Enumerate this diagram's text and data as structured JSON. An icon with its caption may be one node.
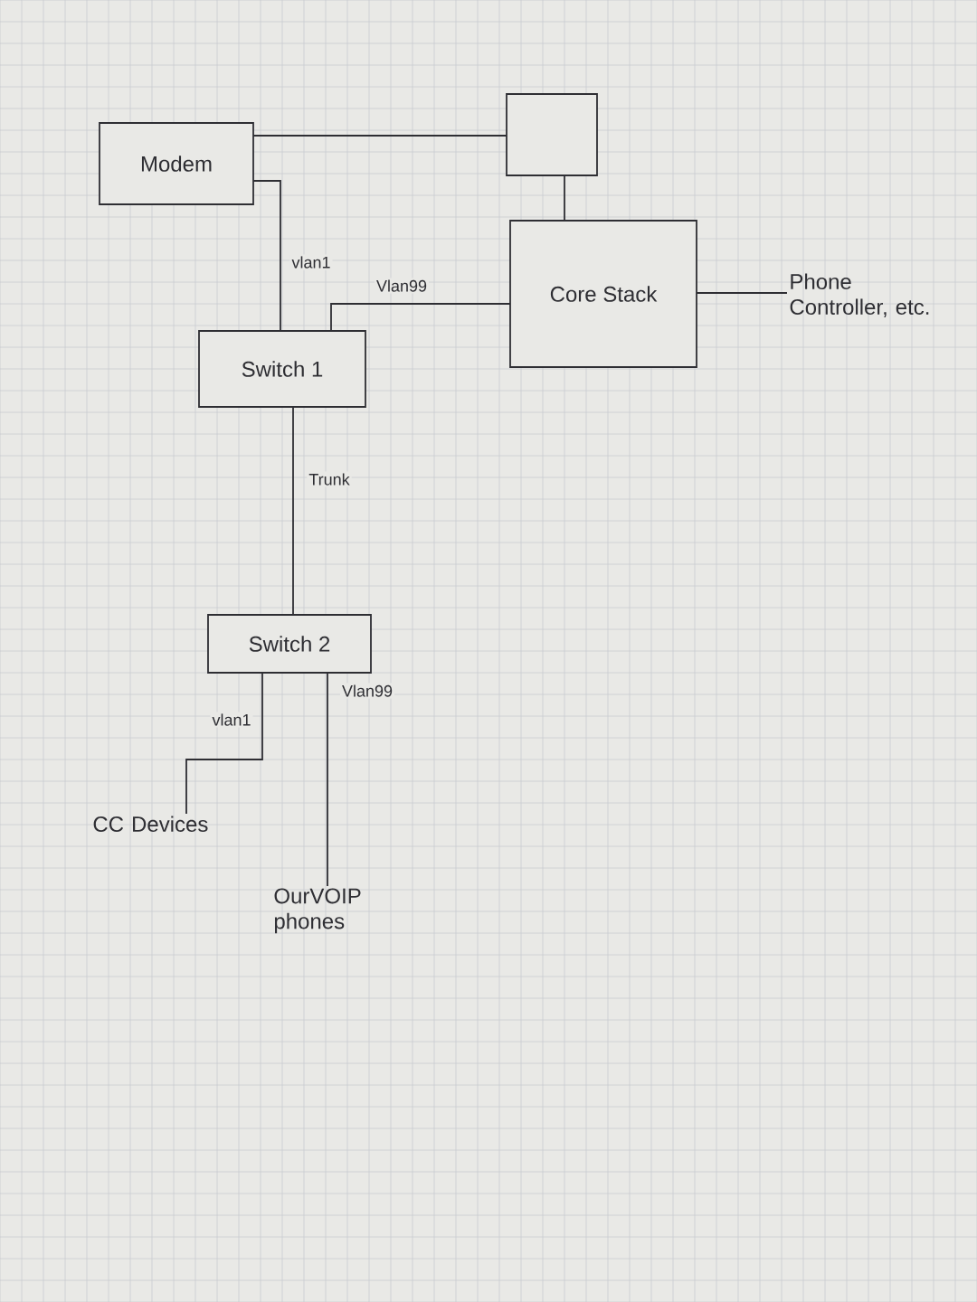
{
  "diagram": {
    "nodes": [
      {
        "text": [
          "Modem"
        ]
      },
      {
        "text": [],
        "shape": "box"
      },
      {
        "text": [
          "Core Stack"
        ]
      },
      {
        "text": [
          "Phone Controller, etc."
        ]
      },
      {
        "text": [
          "Switch 1"
        ]
      },
      {
        "text": [
          "Switch 2"
        ]
      },
      {
        "text": [
          "CC Devices"
        ]
      },
      {
        "text": [
          "OurVOIP phones"
        ]
      }
    ],
    "edges": [
      {
        "from": 0,
        "to": 1,
        "arrow": "none"
      },
      {
        "from": 0,
        "to": 4,
        "arrow": "none",
        "label": "vlan1"
      },
      {
        "from": 1,
        "to": 2,
        "arrow": "none"
      },
      {
        "from": 4,
        "to": 2,
        "arrow": "none",
        "label": "Vlan99"
      },
      {
        "from": 2,
        "to": 3,
        "arrow": "none"
      },
      {
        "from": 4,
        "to": 5,
        "arrow": "none",
        "label": "Trunk"
      },
      {
        "from": 5,
        "to": 6,
        "arrow": "none",
        "label": "vlan1"
      },
      {
        "from": 5,
        "to": 7,
        "arrow": "none",
        "label": "Vlan99"
      }
    ]
  }
}
